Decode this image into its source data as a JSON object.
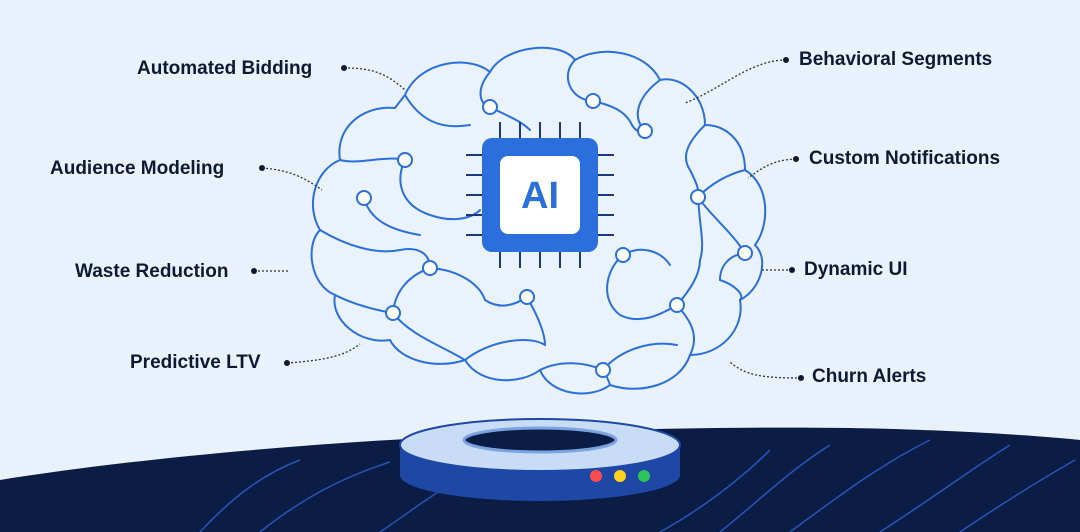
{
  "chip": {
    "text": "AI"
  },
  "left_labels": [
    {
      "text": "Automated Bidding"
    },
    {
      "text": "Audience Modeling"
    },
    {
      "text": "Waste Reduction"
    },
    {
      "text": "Predictive LTV"
    }
  ],
  "right_labels": [
    {
      "text": "Behavioral Segments"
    },
    {
      "text": "Custom Notifications"
    },
    {
      "text": "Dynamic UI"
    },
    {
      "text": "Churn Alerts"
    }
  ],
  "colors": {
    "background": "#e8f1fc",
    "brain_line": "#2a6fdb",
    "chip": "#2a6fdb",
    "floor": "#0b1d45",
    "label_text": "#0d1a33",
    "light_red": "#ff4d4d",
    "light_yellow": "#ffd21f",
    "light_green": "#2bc55a"
  }
}
